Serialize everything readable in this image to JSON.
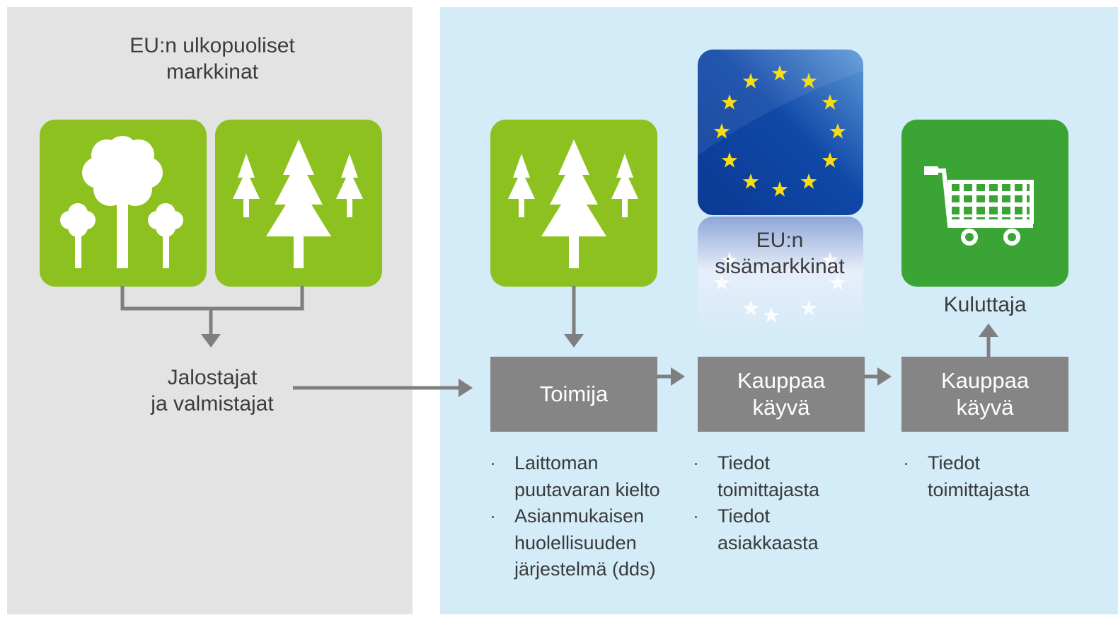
{
  "outside_market": {
    "title": "EU:n ulkopuoliset\nmarkkinat"
  },
  "processors": {
    "label": "Jalostajat\nja valmistajat"
  },
  "internal_market": {
    "title": "EU:n\nsisämarkkinat"
  },
  "consumer": {
    "label": "Kuluttaja"
  },
  "operator": {
    "label": "Toimija",
    "bullets": [
      "Laittoman\npuutavaran kielto",
      "Asianmukaisen\nhuolellisuuden\njärjestelmä (dds)"
    ]
  },
  "trader_1": {
    "label": "Kauppaa\nkäyvä",
    "bullets": [
      "Tiedot\ntoimittajasta",
      "Tiedot\nasiakkaasta"
    ]
  },
  "trader_2": {
    "label": "Kauppaa\nkäyvä",
    "bullets": [
      "Tiedot\ntoimittajasta"
    ]
  },
  "colors": {
    "outside_panel": "#e3e3e3",
    "inside_panel": "#d4ebf8",
    "forest_green": "#8dc11f",
    "cart_green": "#3aa535",
    "eu_blue": "#0f3f9b",
    "eu_star": "#f7dd18",
    "actor_box": "#858585",
    "connector": "#7f7f7f"
  },
  "icons": [
    "deciduous-trees-icon",
    "conifer-trees-icon",
    "eu-flag-icon",
    "shopping-cart-icon"
  ]
}
